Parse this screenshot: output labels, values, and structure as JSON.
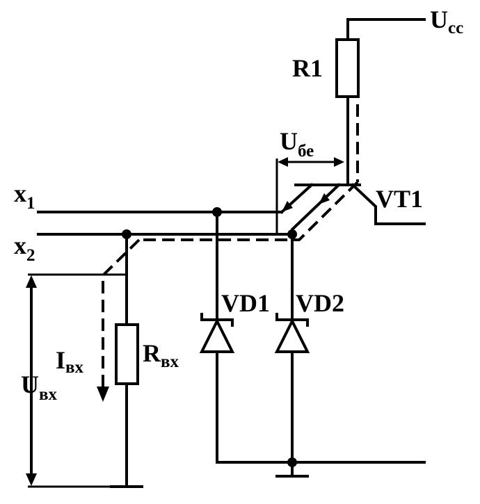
{
  "labels": {
    "ucc_main": "U",
    "ucc_sub": "cc",
    "r1": "R1",
    "ube_main": "U",
    "ube_sub": "бе",
    "vt1": "VT1",
    "x1_main": "x",
    "x1_sub": "1",
    "x2_main": "x",
    "x2_sub": "2",
    "vd1": "VD1",
    "vd2": "VD2",
    "ibx_main": "I",
    "ibx_sub": "вх",
    "rbx_main": "R",
    "rbx_sub": "вх",
    "ubx_main": "U",
    "ubx_sub": "вх"
  }
}
